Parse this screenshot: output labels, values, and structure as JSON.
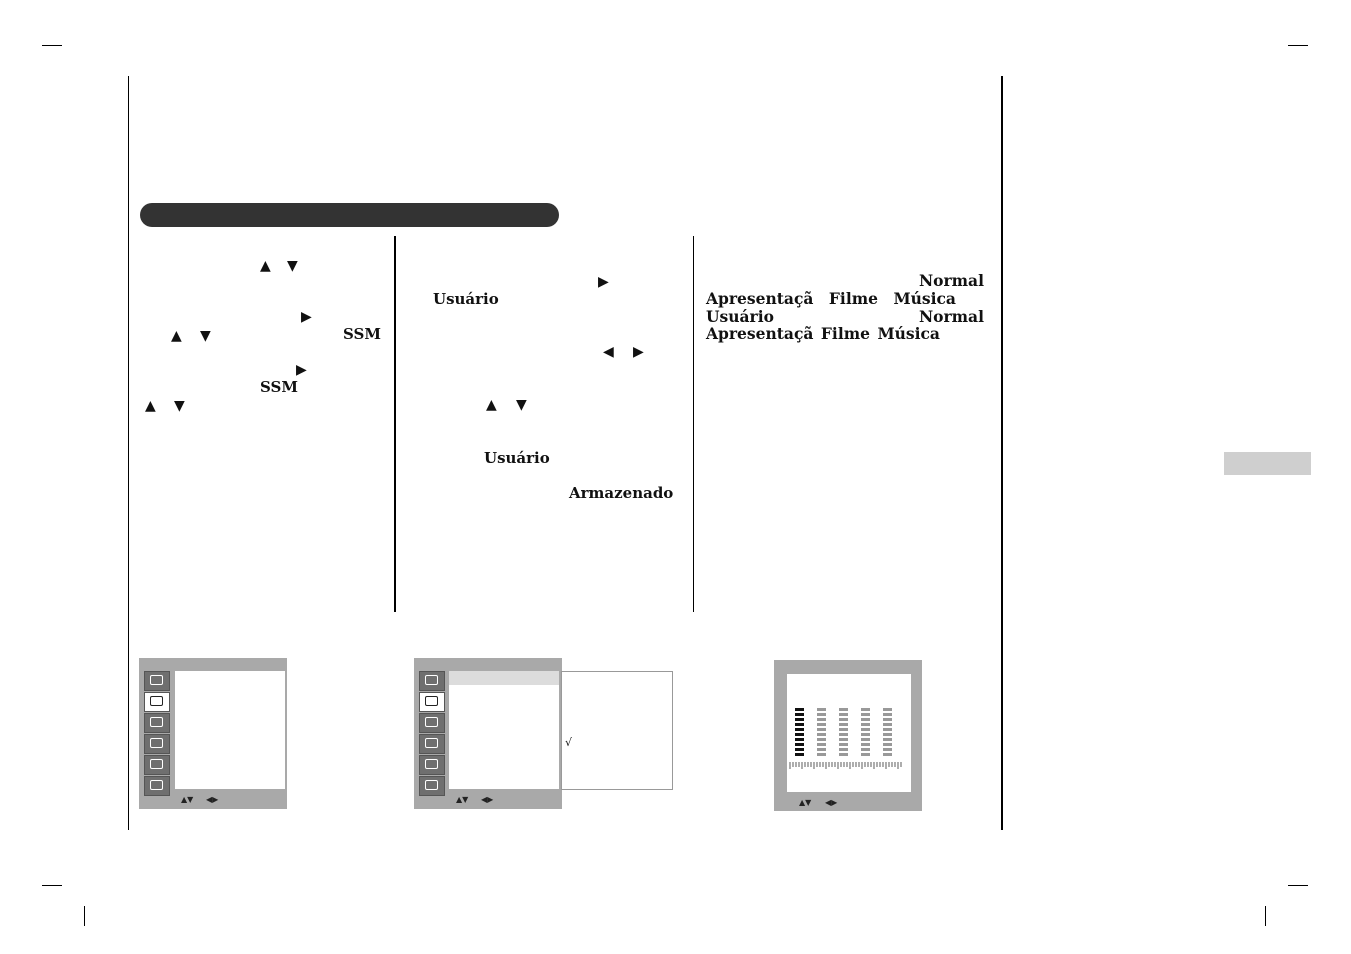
{
  "section_bar": {
    "color": "#333333"
  },
  "side_tab": {
    "color": "#cfcfcf"
  },
  "col1": {
    "ssm_1": "SSM",
    "ssm_2": "SSM",
    "arrow_up": "▲",
    "arrow_down": "▼",
    "arrow_right": "▶"
  },
  "col2": {
    "usuario_1": "Usuário",
    "usuario_2": "Usuário",
    "armazenado": "Armazenado",
    "arrow_left": "◀",
    "arrow_right": "▶",
    "arrow_up": "▲",
    "arrow_down": "▼"
  },
  "col3": {
    "line1": [
      "Normal"
    ],
    "line2": [
      "Apresentaçã",
      "Filme",
      "Música"
    ],
    "line3": [
      "Usuário",
      "Normal"
    ],
    "line4": [
      "Apresentaçã",
      "Filme",
      "Música"
    ]
  },
  "menu1": {
    "nav_updown": "▲▼",
    "nav_leftright": "◀▶",
    "icons": [
      "screen-icon",
      "speaker-icon",
      "tv-icon",
      "time-icon",
      "options-icon",
      "lock-icon"
    ]
  },
  "menu2": {
    "nav_updown": "▲▼",
    "nav_leftright": "◀▶",
    "checkmark": "√",
    "icons": [
      "screen-icon",
      "speaker-icon",
      "tv-icon",
      "time-icon",
      "options-icon",
      "lock-icon"
    ]
  },
  "equalizer": {
    "nav_updown": "▲▼",
    "nav_leftright": "◀▶",
    "band_count": 5,
    "active_band": 1,
    "segments": 10
  }
}
